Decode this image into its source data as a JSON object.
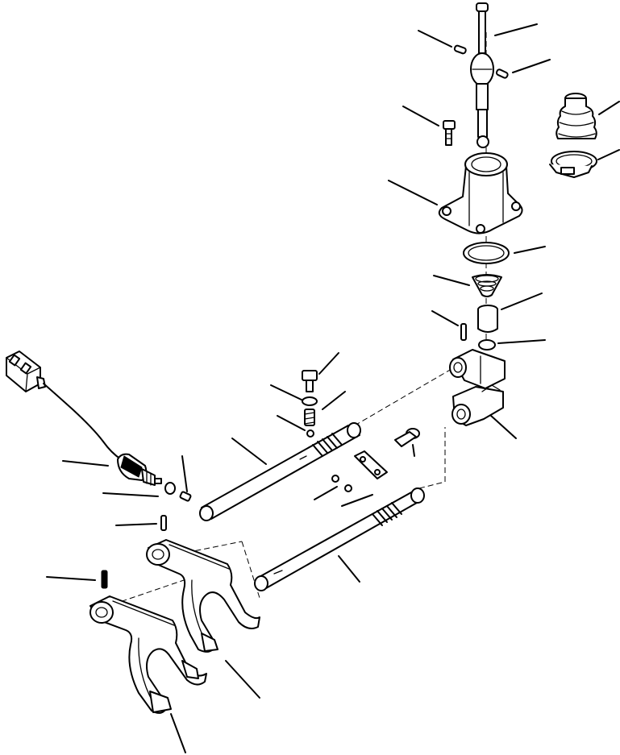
{
  "diagram": {
    "type": "exploded-parts-view",
    "parts": [
      "shift-lever",
      "lever-pin-upper",
      "lever-pin-lower",
      "lever-bolt",
      "rubber-boot",
      "boot-clamp",
      "lever-housing",
      "housing-o-ring",
      "lever-spring",
      "lever-bushing",
      "bushing-pin",
      "bushing-o-ring",
      "shift-block-upper",
      "shift-block-lower",
      "block-bolt",
      "lock-plate",
      "detent-balls",
      "detent-bolt",
      "detent-washer",
      "detent-spring",
      "detent-ball",
      "shift-rail-upper",
      "shift-rail-lower",
      "neutral-switch",
      "switch-connector",
      "switch-o-ring",
      "switch-plug",
      "fork-pin-upper",
      "fork-pin-lower",
      "shift-fork-rear",
      "shift-fork-front"
    ]
  }
}
